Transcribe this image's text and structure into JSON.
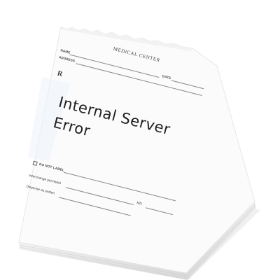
{
  "prescription": {
    "header": "MEDICAL CENTER",
    "name_label": "NAME",
    "date_label": "DATE",
    "address_label": "ADDRESS",
    "rx_symbol": "R",
    "message_line1": "Internal Server",
    "message_line2": "Error",
    "do_not_label": "DO NOT LABEL",
    "interchange_label": "Interchange permitted",
    "md_label": "MD",
    "dispense_label": "Dispense as written"
  },
  "colors": {
    "background": "#ffffff",
    "paper": "#fbfbfb",
    "pad_edge": "#e6e6e6",
    "ink": "#1e1e1e"
  }
}
